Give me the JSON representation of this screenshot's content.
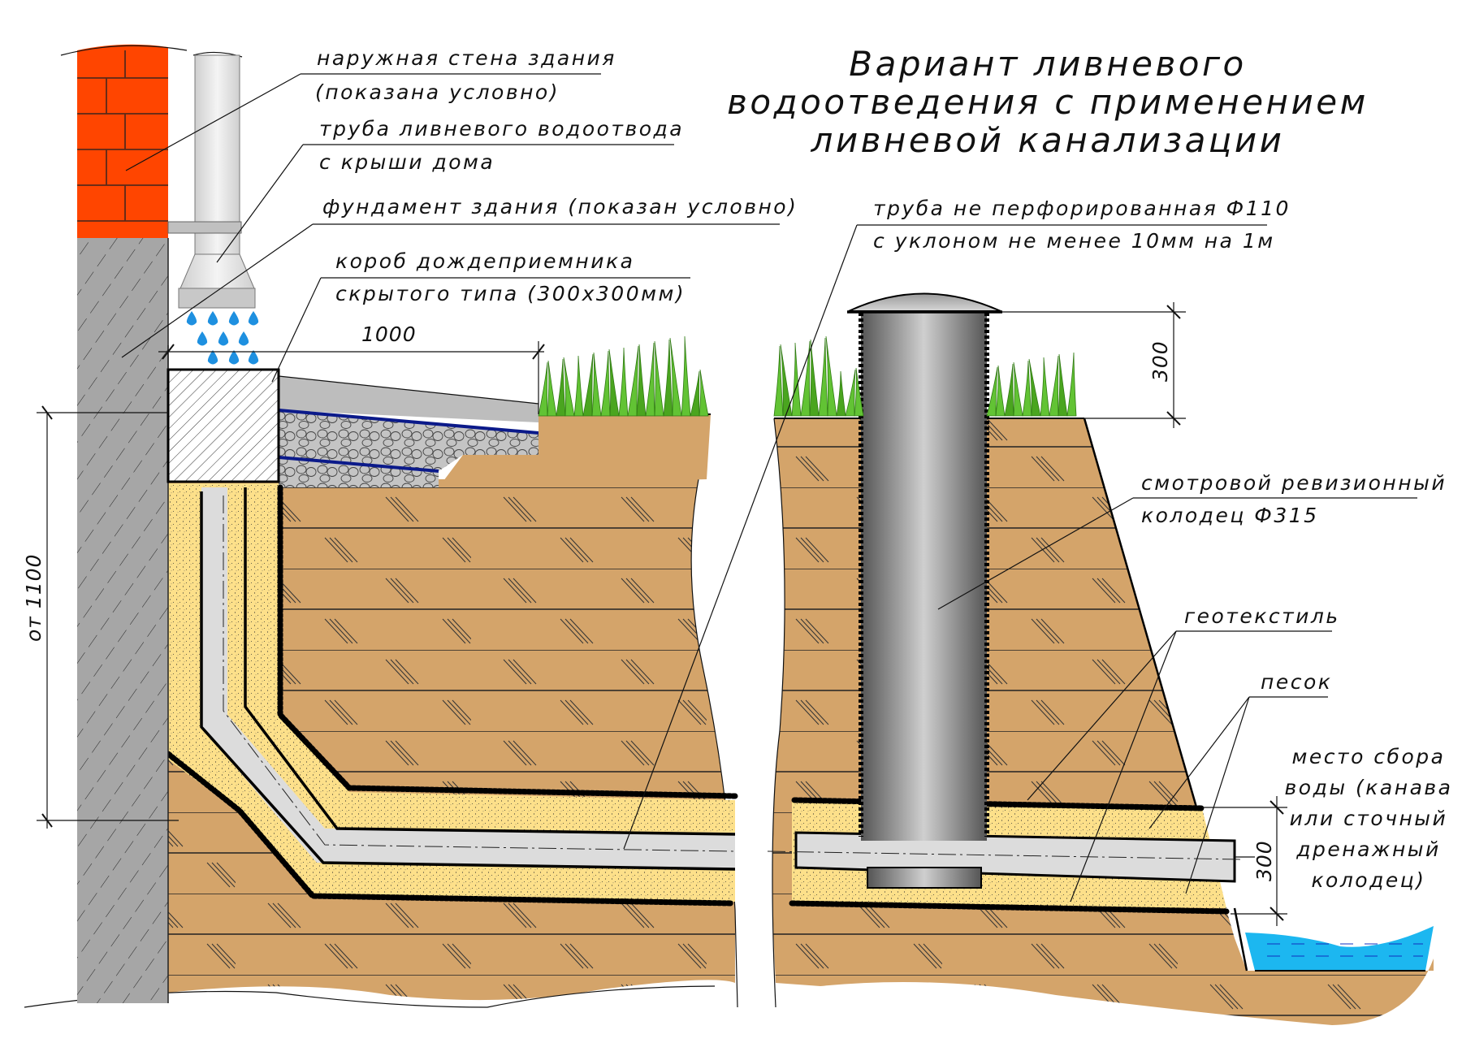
{
  "title": {
    "lines": [
      "Вариант ливневого",
      "водоотведения с применением",
      "ливневой канализации"
    ]
  },
  "labels": {
    "wall": {
      "line1": "наружная стена здания",
      "line2": "(показана условно)"
    },
    "downpipe": {
      "line1": "труба ливневого водоотвода",
      "line2": "с крыши дома"
    },
    "foundation": {
      "line1": "фундамент здания (показан условно)"
    },
    "box": {
      "line1": "короб дождеприемника",
      "line2": "скрытого типа (300x300мм)"
    },
    "pipe": {
      "line1": "труба не перфорированная  Ф110",
      "line2": "с уклоном не менее  10мм на  1м"
    },
    "well": {
      "line1": "смотровой ревизионный",
      "line2": "колодец  Ф315"
    },
    "geotextile": {
      "line1": "геотекстиль"
    },
    "sand": {
      "line1": "песок"
    },
    "collection": {
      "lines": [
        "место сбора",
        "воды (канава",
        "или сточный",
        "дренажный",
        "колодец)"
      ]
    }
  },
  "dimensions": {
    "box_to_grass": "1000",
    "depth": "от 1100",
    "well_above_ground": "300",
    "outlet_height": "300"
  },
  "colors": {
    "brick": "#ff4500",
    "foundation": "#a6a6a6",
    "soil": "#d4a46a",
    "sand": "#fde08a",
    "pipe": "#dcdcdc",
    "grass": "#55b82a",
    "water": "#1cb7f0",
    "rain": "#1e90e0",
    "membrane": "#0b1a8a"
  }
}
